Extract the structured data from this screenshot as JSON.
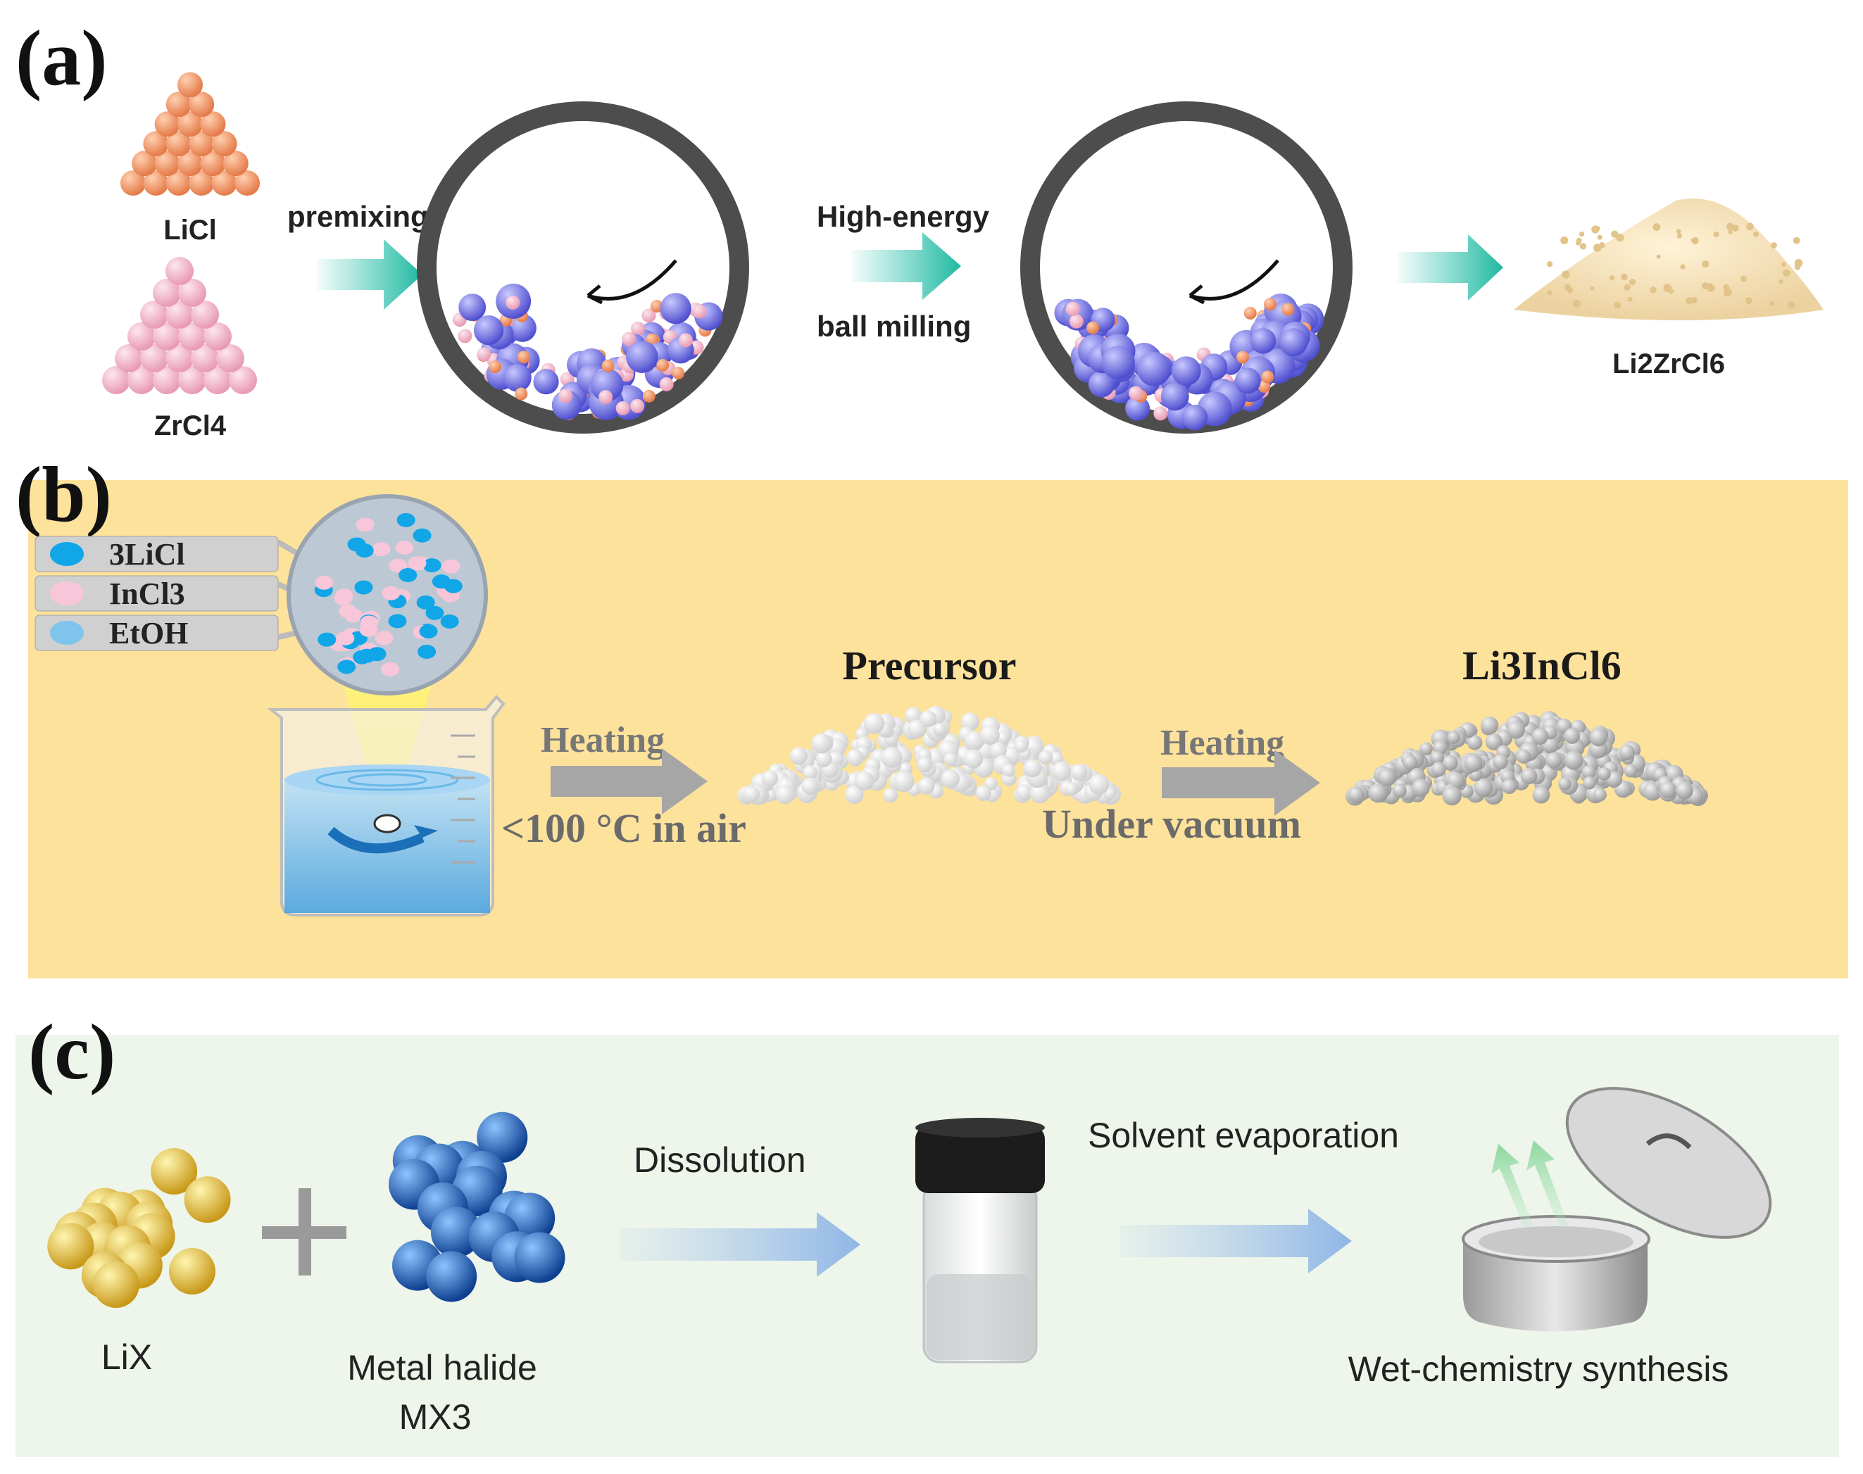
{
  "panel_a": {
    "label": "(a)",
    "reactants": [
      "LiCl",
      "ZrCl4"
    ],
    "step1": "premixing",
    "step2_line1": "High-energy",
    "step2_line2": "ball milling",
    "product": "Li2ZrCl6",
    "colors": {
      "licl": "#f0956a",
      "zrcl4": "#f2b6c8",
      "ball": "#6e6ee0",
      "arrow": "#2ec4b0",
      "powder": "#f3dcae"
    }
  },
  "panel_b": {
    "label": "(b)",
    "legend": [
      "3LiCl",
      "InCl3",
      "EtOH"
    ],
    "step1_top": "Heating",
    "step1_bottom": "<100 °C in air",
    "intermediate": "Precursor",
    "step2_top": "Heating",
    "step2_bottom": "Under vacuum",
    "product": "Li3InCl6",
    "colors": {
      "background": "#fde29c",
      "licl": "#10a6e8",
      "incl3": "#f7c6d8",
      "etoh": "#7ec4ec",
      "arrow": "#a6a6a6"
    }
  },
  "panel_c": {
    "label": "(c)",
    "reactant1": "LiX",
    "reactant2_line1": "Metal halide",
    "reactant2_line2": "MX3",
    "step1": "Dissolution",
    "step2": "Solvent evaporation",
    "caption": "Wet-chemistry synthesis",
    "colors": {
      "background": "#eef5ea",
      "lix": "#e8c230",
      "mx3": "#1e5fb8",
      "arrow": "#a8c8ec"
    }
  }
}
